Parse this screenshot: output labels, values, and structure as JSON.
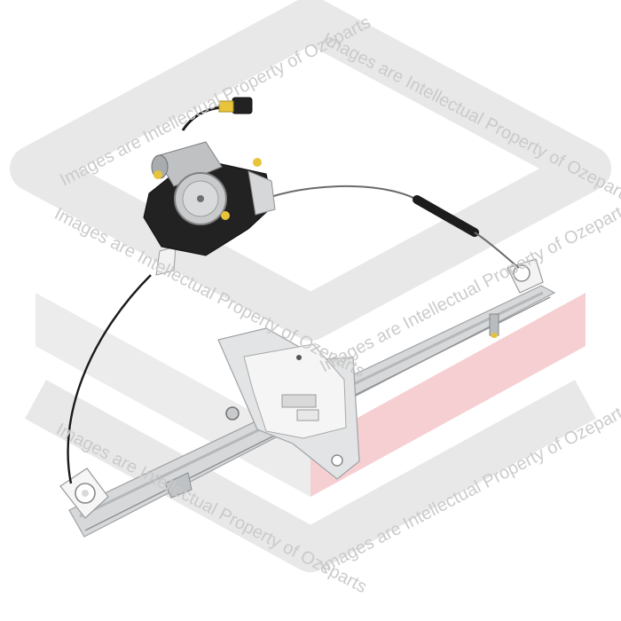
{
  "watermark": {
    "text": "Images are Intellectual Property of Ozeparts",
    "logo": "ozeparts-logo"
  },
  "colors": {
    "background": "#ffffff",
    "watermark_gray": "#e6e6e6",
    "watermark_red": "#f4c4c8",
    "watermark_text": "#c9c9c9",
    "rail_metal": "#cfd2d4",
    "motor_black": "#1d1d1d",
    "plastic_white": "#f2f2f2",
    "accent_yellow": "#e9c53a"
  },
  "product": {
    "type": "window-regulator-with-motor"
  }
}
